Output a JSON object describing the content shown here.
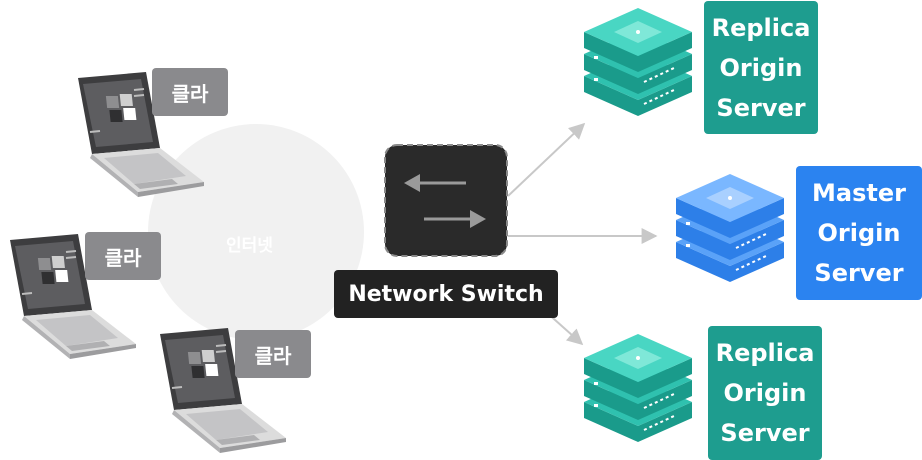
{
  "internet": {
    "label": "인터넷"
  },
  "clients": [
    {
      "label": "클라"
    },
    {
      "label": "클라"
    },
    {
      "label": "클라"
    }
  ],
  "switch": {
    "label": "Network Switch"
  },
  "servers": {
    "replica_top": {
      "label": "Replica\nOrigin\nServer"
    },
    "master": {
      "label": "Master\nOrigin\nServer"
    },
    "replica_bottom": {
      "label": "Replica\nOrigin\nServer"
    }
  },
  "colors": {
    "replica": "#1e9d8f",
    "master": "#2b83f0",
    "client_label": "#8a8a8d",
    "switch": "#222222",
    "cloud": "#f1f1f1"
  }
}
